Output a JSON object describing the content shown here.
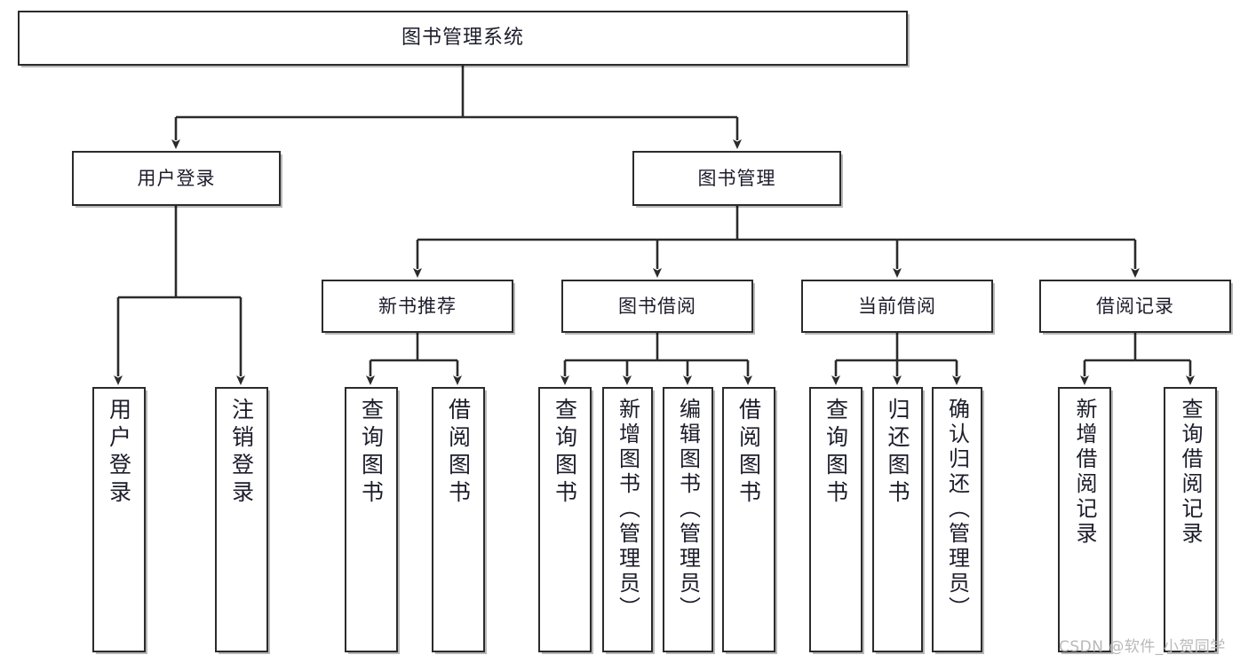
{
  "diagram": {
    "type": "tree-hierarchy-chart",
    "title_text": "图书管理系统",
    "watermark": "CSDN @软件_小贺同学",
    "colors": {
      "box_border": "#2b2b2b",
      "box_fill": "#ffffff",
      "link": "#2b2b2b",
      "text": "#1c1c2b",
      "watermark": "#b9b9b9"
    },
    "levels": {
      "root": {
        "label": "图书管理系统"
      },
      "level2": [
        {
          "label": "用户登录"
        },
        {
          "label": "图书管理"
        }
      ],
      "level3": [
        {
          "label": "新书推荐"
        },
        {
          "label": "图书借阅"
        },
        {
          "label": "当前借阅"
        },
        {
          "label": "借阅记录"
        }
      ],
      "leaves": {
        "user_login": [
          {
            "label": "用户登录"
          },
          {
            "label": "注销登录"
          }
        ],
        "new_book_recommend": [
          {
            "label": "查询图书"
          },
          {
            "label": "借阅图书"
          }
        ],
        "book_borrow": [
          {
            "label": "查询图书"
          },
          {
            "label": "新增图书（管理员）"
          },
          {
            "label": "编辑图书（管理员）"
          },
          {
            "label": "借阅图书"
          }
        ],
        "current_borrow": [
          {
            "label": "查询图书"
          },
          {
            "label": "归还图书"
          },
          {
            "label": "确认归还（管理员）"
          }
        ],
        "borrow_record": [
          {
            "label": "新增借阅记录"
          },
          {
            "label": "查询借阅记录"
          }
        ]
      }
    }
  }
}
